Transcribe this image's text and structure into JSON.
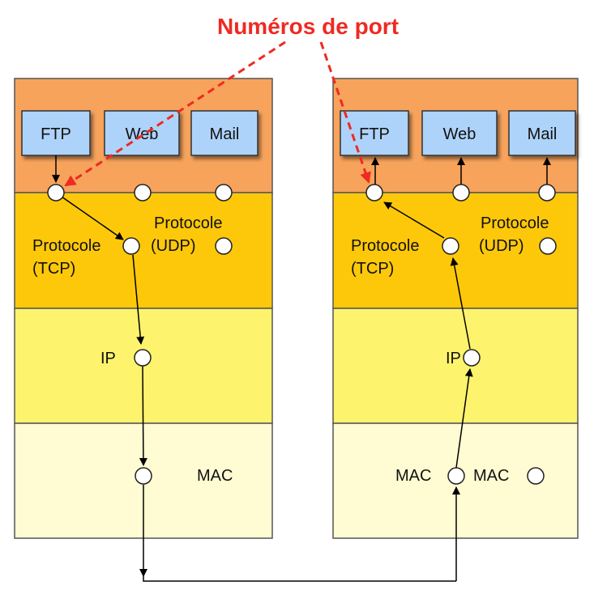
{
  "title": "Numéros de port",
  "colors": {
    "app_layer": "#f7a35c",
    "transport_layer": "#fec80a",
    "ip_layer": "#fef36d",
    "mac_layer": "#fffbd2",
    "app_box": "#aed3fa",
    "title_red": "#ee2a22"
  },
  "left_stack": {
    "apps": [
      "FTP",
      "Web",
      "Mail"
    ],
    "tcp_label_1": "Protocole",
    "tcp_label_2": "(TCP)",
    "udp_label_1": "Protocole",
    "udp_label_2": "(UDP)",
    "ip_label": "IP",
    "mac_label": "MAC"
  },
  "right_stack": {
    "apps": [
      "FTP",
      "Web",
      "Mail"
    ],
    "tcp_label_1": "Protocole",
    "tcp_label_2": "(TCP)",
    "udp_label_1": "Protocole",
    "udp_label_2": "(UDP)",
    "ip_label": "IP",
    "mac_label_1": "MAC",
    "mac_label_2": "MAC"
  }
}
